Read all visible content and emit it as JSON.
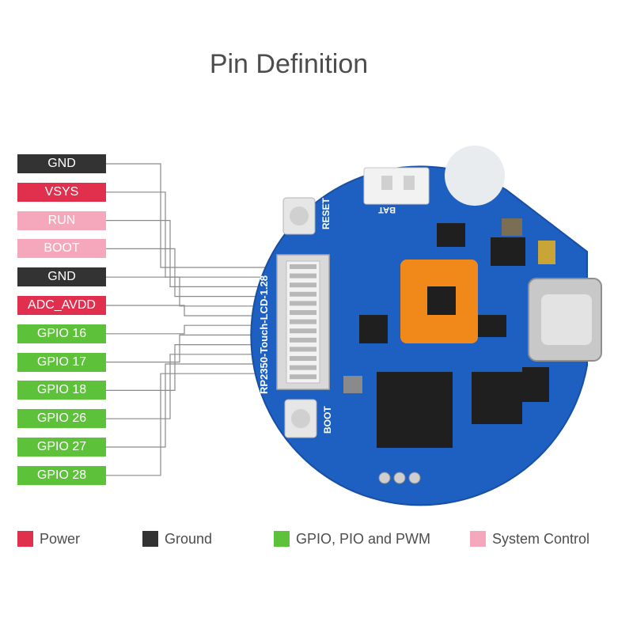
{
  "title": "Pin Definition",
  "colors": {
    "power": "#e0304e",
    "ground": "#333333",
    "gpio": "#5ec13a",
    "system": "#f5a8bc",
    "board": "#1e5fc2"
  },
  "pins": [
    {
      "label": "GND",
      "group": "ground"
    },
    {
      "label": "VSYS",
      "group": "power"
    },
    {
      "label": "RUN",
      "group": "system"
    },
    {
      "label": "BOOT",
      "group": "system"
    },
    {
      "label": "GND",
      "group": "ground"
    },
    {
      "label": "ADC_AVDD",
      "group": "power"
    },
    {
      "label": "GPIO 16",
      "group": "gpio"
    },
    {
      "label": "GPIO 17",
      "group": "gpio"
    },
    {
      "label": "GPIO 18",
      "group": "gpio"
    },
    {
      "label": "GPIO 26",
      "group": "gpio"
    },
    {
      "label": "GPIO 27",
      "group": "gpio"
    },
    {
      "label": "GPIO 28",
      "group": "gpio"
    }
  ],
  "legend": [
    {
      "label": "Power",
      "group": "power"
    },
    {
      "label": "Ground",
      "group": "ground"
    },
    {
      "label": "GPIO, PIO and PWM",
      "group": "gpio"
    },
    {
      "label": "System Control",
      "group": "system"
    }
  ],
  "board": {
    "model": "RP2350-Touch-LCD-1.28",
    "reset_label": "RESET",
    "boot_label": "BOOT",
    "bat_label": "BAT",
    "bat_pins": "+ -"
  }
}
